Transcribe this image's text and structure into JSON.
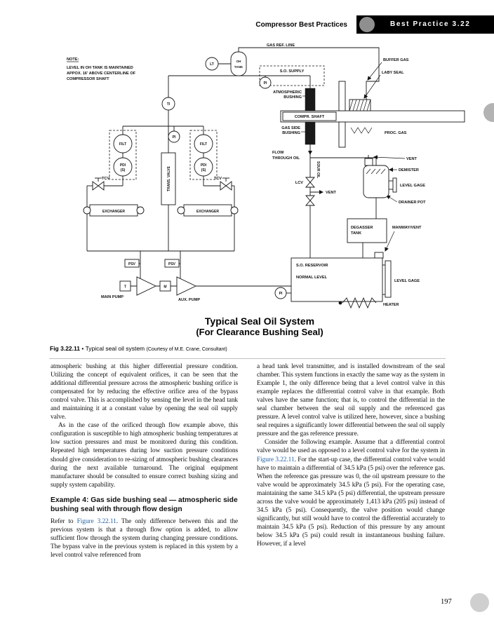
{
  "header": {
    "running_head": "Compressor Best Practices",
    "banner": "Best Practice 3.22"
  },
  "figure": {
    "title1": "Typical Seal Oil System",
    "title2": "(For Clearance Bushing Seal)",
    "caption_label": "Fig 3.22.11",
    "caption_bullet": "•",
    "caption_text": "Typical seal oil system",
    "caption_courtesy": "(Courtesy of M.E. Crane, Consultant)"
  },
  "diagram": {
    "labels": {
      "note_title": "NOTE:",
      "note1": "LEVEL IN OH TANK IS MAINTAINED",
      "note2": "APPOX. 16' ABOVE CENTERLINE OF",
      "note3": "COMPRESSOR SHAFT",
      "gas_ref_line": "GAS REF. LINE",
      "oh1": "OH",
      "oh2": "TANK",
      "lt": "LT",
      "ti": "TI",
      "pi": "PI",
      "so_supply": "S.O. SUPPLY",
      "atm1": "ATMOSPHERIC",
      "atm2": "BUSHING",
      "buffer_gas": "BUFFER GAS",
      "laby_seal": "LABY SEAL",
      "compr_shaft": "COMPR. SHAFT",
      "gas1": "GAS SIDE",
      "gas2": "BUSHING",
      "proc_gas": "PROC. GAS",
      "flow1": "FLOW",
      "flow2": "THROUGH OIL",
      "sour_oil": "SOUR OIL",
      "lcv": "LCV",
      "vent": "VENT",
      "demister": "DEMISTER",
      "level_gage": "LEVEL GAGE",
      "drainer_pot": "DRAINER POT",
      "degasser1": "DEGASSER",
      "degasser2": "TANK",
      "manway_vent": "MANWAY/VENT",
      "so_reservoir": "S.O. RESERVOIR",
      "normal_level": "NORMAL LEVEL",
      "heater": "HEATER",
      "filt": "FILT",
      "pdi": "PDI",
      "pdi_s": "(S)",
      "tcv": "TCV",
      "trans_valve": "TRANS. VALVE",
      "exchanger": "EXCHANGER",
      "psv": "PSV",
      "t": "T",
      "m": "M",
      "main_pump": "MAIN PUMP",
      "aux_pump": "AUX. PUMP"
    }
  },
  "body": {
    "left": {
      "p1": "atmospheric bushing at this higher differential pressure condition. Utilizing the concept of equivalent orifices, it can be seen that the additional differential pressure across the atmospheric bushing orifice is compensated for by reducing the effective orifice area of the bypass control valve. This is accomplished by sensing the level in the head tank and maintaining it at a constant value by opening the seal oil supply valve.",
      "p2": "As in the case of the orificed through flow example above, this configuration is susceptible to high atmospheric bushing temperatures at low suction pressures and must be monitored during this condition. Repeated high temperatures during low suction pressure conditions should give consideration to re-sizing of atmospheric bushing clearances during the next available turnaround. The original equipment manufacturer should be consulted to ensure correct bushing sizing and supply system capability.",
      "heading": "Example 4: Gas side bushing seal — atmospheric side bushing seal with through flow design",
      "p3_pre": "Refer to ",
      "p3_link": "Figure 3.22.11",
      "p3_post": ". The only difference between this and the previous system is that a through flow option is added, to allow sufficient flow through the system during changing pressure conditions. The bypass valve in the previous system is replaced in this system by a level control valve referenced from"
    },
    "right": {
      "p1": "a head tank level transmitter, and is installed downstream of the seal chamber. This system functions in exactly the same way as the system in Example 1, the only difference being that a level control valve in this example replaces the differential control valve in that example. Both valves have the same function; that is, to control the differential in the seal chamber between the seal oil supply and the referenced gas pressure. A level control valve is utilized here, however, since a bushing seal requires a significantly lower differential between the seal oil supply pressure and the gas reference pressure.",
      "p2_pre": "Consider the following example. Assume that a differential control valve would be used as opposed to a level control valve for the system in ",
      "p2_link": "Figure 3.22.11",
      "p2_post": ". For the start-up case, the differential control valve would have to maintain a differential of 34.5 kPa (5 psi) over the reference gas. When the reference gas pressure was 0, the oil upstream pressure to the valve would be approximately 34.5 kPa (5 psi). For the operating case, maintaining the same 34.5 kPa (5 psi) differential, the upstream pressure across the valve would be approximately 1,413 kPa (205 psi) instead of 34.5 kPa (5 psi). Consequently, the valve position would change significantly, but still would have to control the differential accurately to maintain 34.5 kPa (5 psi). Reduction of this pressure by any amount below 34.5 kPa (5 psi) could result in instantaneous bushing failure. However, if a level"
    }
  },
  "page_number": "197"
}
